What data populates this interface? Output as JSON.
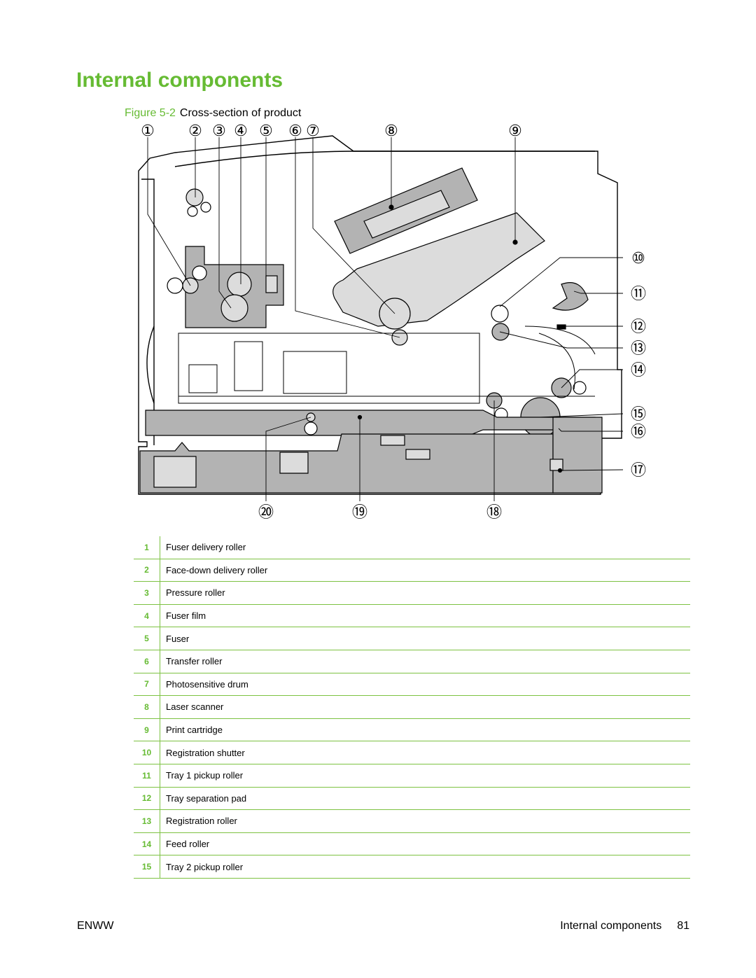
{
  "page": {
    "heading": "Internal components",
    "figure_label": "Figure 5-2",
    "figure_title": "Cross-section of product",
    "footer_left": "ENWW",
    "footer_section": "Internal components",
    "footer_page": "81"
  },
  "callouts": [
    "①",
    "②",
    "③",
    "④",
    "⑤",
    "⑥",
    "⑦",
    "⑧",
    "⑨",
    "⑩",
    "⑪",
    "⑫",
    "⑬",
    "⑭",
    "⑮",
    "⑯",
    "⑰",
    "⑱",
    "⑲",
    "⑳"
  ],
  "legend": [
    {
      "num": "1",
      "label": "Fuser delivery roller"
    },
    {
      "num": "2",
      "label": "Face-down delivery roller"
    },
    {
      "num": "3",
      "label": "Pressure roller"
    },
    {
      "num": "4",
      "label": "Fuser film"
    },
    {
      "num": "5",
      "label": "Fuser"
    },
    {
      "num": "6",
      "label": "Transfer roller"
    },
    {
      "num": "7",
      "label": "Photosensitive drum"
    },
    {
      "num": "8",
      "label": "Laser scanner"
    },
    {
      "num": "9",
      "label": "Print cartridge"
    },
    {
      "num": "10",
      "label": "Registration shutter"
    },
    {
      "num": "11",
      "label": "Tray 1 pickup roller"
    },
    {
      "num": "12",
      "label": "Tray separation pad"
    },
    {
      "num": "13",
      "label": "Registration roller"
    },
    {
      "num": "14",
      "label": "Feed roller"
    },
    {
      "num": "15",
      "label": "Tray 2 pickup roller"
    }
  ],
  "colors": {
    "accent": "#66bb33",
    "rule": "#7dc242",
    "shade": "#b3b3b3",
    "light": "#dcdcdc"
  }
}
